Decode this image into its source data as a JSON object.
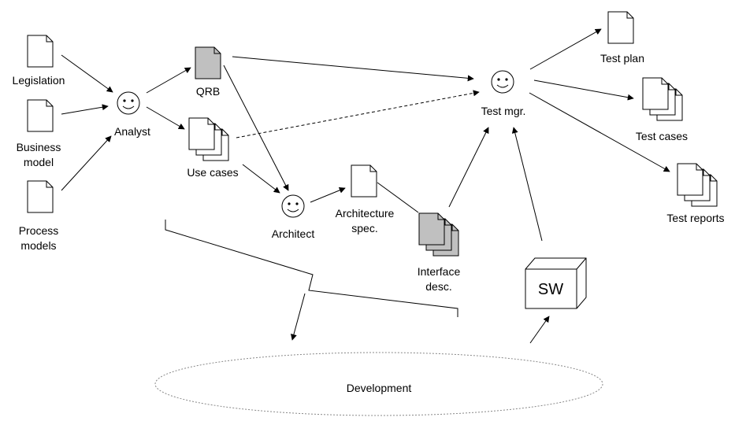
{
  "nodes": {
    "legislation": "Legislation",
    "business_model": "Business\nmodel",
    "process_models": "Process\nmodels",
    "analyst": "Analyst",
    "qrb": "QRB",
    "use_cases": "Use cases",
    "architect": "Architect",
    "architecture_spec": "Architecture\nspec.",
    "interface_desc": "Interface\ndesc.",
    "test_mgr": "Test mgr.",
    "test_plan": "Test plan",
    "test_cases": "Test cases",
    "test_reports": "Test reports",
    "sw": "SW",
    "development": "Development"
  },
  "colors": {
    "doc_fill": "#ffffff",
    "doc_shaded_fill": "#c0c0c0",
    "stroke": "#000000"
  }
}
